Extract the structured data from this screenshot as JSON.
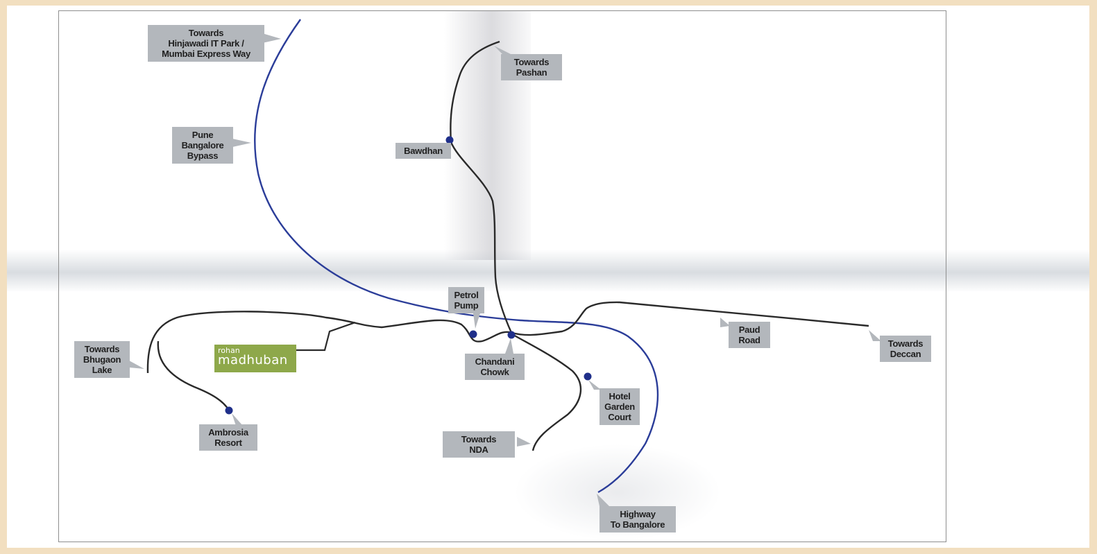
{
  "labels": {
    "hinjawadi": "Towards\nHinjawadi IT Park /\nMumbai Express Way",
    "pashan": "Towards\nPashan",
    "bypass": "Pune\nBangalore\nBypass",
    "bawdhan": "Bawdhan",
    "petrol_pump": "Petrol\nPump",
    "bhugaon": "Towards\nBhugaon\nLake",
    "chandani": "Chandani\nChowk",
    "paud": "Paud\nRoad",
    "deccan": "Towards\nDeccan",
    "hotel": "Hotel\nGarden\nCourt",
    "ambrosia": "Ambrosia\nResort",
    "nda": "Towards\nNDA",
    "highway": "Highway\nTo Bangalore"
  },
  "brand": {
    "line1": "rohan",
    "line2": "madhuban",
    "color": "#8ea84a"
  },
  "colors": {
    "highway": "#2b3d99",
    "road": "#2a2a2a",
    "marker": "#1f2f8a",
    "label_bg": "#b3b7bc",
    "border": "#f2dfc0"
  }
}
